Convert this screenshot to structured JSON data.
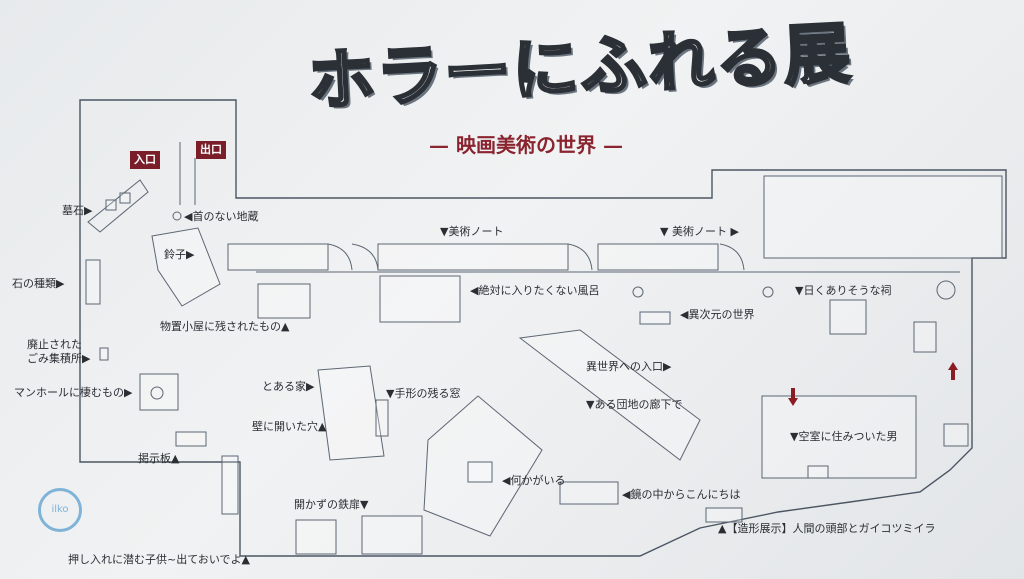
{
  "title": "ホラーにふれる展",
  "subtitle": "— 映画美術の世界 —",
  "entrance": "入口",
  "exit": "出口",
  "logo_text": "ilko",
  "labels": {
    "gravestone": "墓石▶",
    "headless_jizo": "◀首のない地蔵",
    "bell": "鈴子▶",
    "stone_types": "石の種類▶",
    "shed": "物置小屋に残されたもの▲",
    "garbage": "廃止された",
    "garbage2": "ごみ集積所▶",
    "manhole": "マンホールに棲むもの▶",
    "bulletin": "掲示板▲",
    "closet": "押し入れに潜む子供~出ておいでよ▲",
    "art_note_1": "▼美術ノート",
    "art_note_2": "▼ 美術ノート ▶",
    "bath": "◀絶対に入りたくない風呂",
    "other_dimension": "◀異次元の世界",
    "shrine": "▼日くありそうな祠",
    "certain_house": "とある家▶",
    "handprint_window": "▼手形の残る窓",
    "wall_hole": "壁に開いた穴▲",
    "entrance_other_world": "異世界への入口▶",
    "corridor": "▼ある団地の廊下で",
    "vacant_room": "▼空室に住みついた男",
    "something_there": "◀何かがいる",
    "unopened_door": "開かずの鉄扉▼",
    "mirror": "◀鏡の中からこんにちは",
    "human_head": "▲【造形展示】人間の頭部とガイコツミイラ"
  }
}
